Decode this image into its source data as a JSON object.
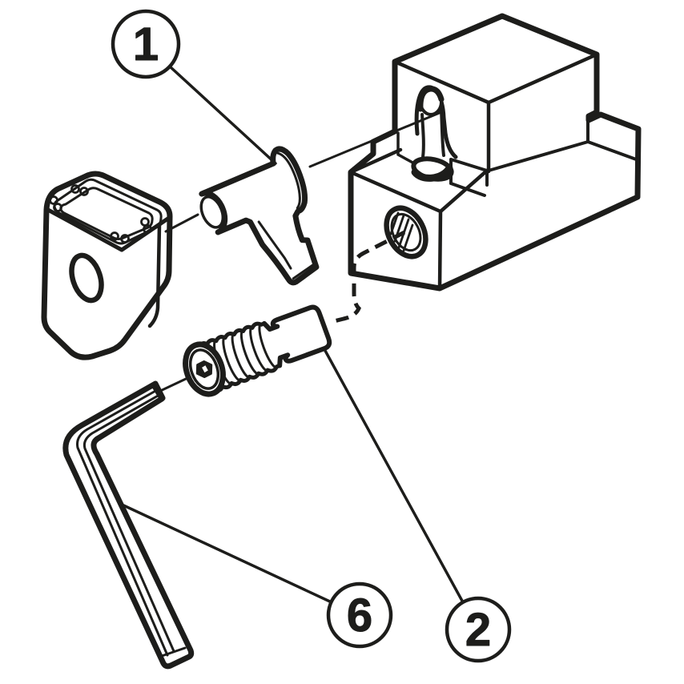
{
  "figure": {
    "type": "exploded-assembly-line-drawing",
    "background_color": "#ffffff",
    "ink_color": "#1d1d1b",
    "parts_visible": [
      "end-cap-block",
      "clamp-lever",
      "tool-block-body",
      "clamp-screw",
      "hex-key"
    ]
  },
  "callouts": [
    {
      "label": "1"
    },
    {
      "label": "2"
    },
    {
      "label": "6"
    }
  ]
}
